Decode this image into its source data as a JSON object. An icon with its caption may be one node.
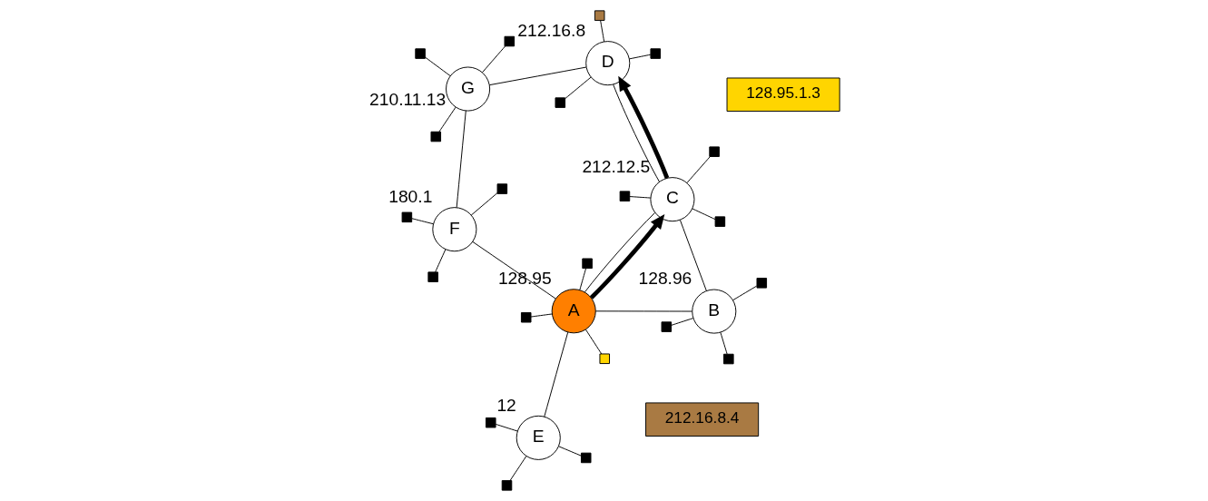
{
  "diagram": {
    "nodes": [
      {
        "text": [
          "A"
        ],
        "beside": [
          "128.95"
        ]
      },
      {
        "text": [
          "B"
        ],
        "beside": [
          "128.96"
        ]
      },
      {
        "text": [
          "C"
        ],
        "beside": [
          "212.12.5"
        ]
      },
      {
        "text": [
          "D"
        ],
        "beside": [
          "212.16.8"
        ]
      },
      {
        "text": [
          "E"
        ],
        "beside": [
          "12"
        ]
      },
      {
        "text": [
          "F"
        ],
        "beside": [
          "180.1"
        ]
      },
      {
        "text": [
          "G"
        ],
        "beside": [
          "210.11.13"
        ]
      },
      {
        "text": [
          "128.95.1.3"
        ]
      },
      {
        "text": [
          "212.16.8.4"
        ]
      },
      {
        "text": [],
        "shape": "box"
      },
      {
        "text": [],
        "shape": "box"
      },
      {
        "text": [],
        "shape": "box"
      },
      {
        "text": [],
        "shape": "box"
      },
      {
        "text": [],
        "shape": "box"
      },
      {
        "text": [],
        "shape": "box"
      },
      {
        "text": [],
        "shape": "box"
      },
      {
        "text": [],
        "shape": "box"
      },
      {
        "text": [],
        "shape": "box"
      },
      {
        "text": [],
        "shape": "box"
      },
      {
        "text": [],
        "shape": "box"
      },
      {
        "text": [],
        "shape": "box"
      },
      {
        "text": [],
        "shape": "box"
      },
      {
        "text": [],
        "shape": "box"
      },
      {
        "text": [],
        "shape": "box"
      },
      {
        "text": [],
        "shape": "box"
      },
      {
        "text": [],
        "shape": "box"
      },
      {
        "text": [],
        "shape": "box"
      },
      {
        "text": [],
        "shape": "box"
      },
      {
        "text": [],
        "shape": "box"
      },
      {
        "text": [],
        "shape": "box"
      }
    ],
    "edges": [
      {
        "from": 0,
        "to": 1,
        "arrow": "none"
      },
      {
        "from": 0,
        "to": 2,
        "arrow": "none"
      },
      {
        "from": 0,
        "to": 4,
        "arrow": "none"
      },
      {
        "from": 0,
        "to": 5,
        "arrow": "none"
      },
      {
        "from": 1,
        "to": 2,
        "arrow": "none"
      },
      {
        "from": 2,
        "to": 3,
        "arrow": "none"
      },
      {
        "from": 3,
        "to": 6,
        "arrow": "none"
      },
      {
        "from": 5,
        "to": 6,
        "arrow": "none"
      },
      {
        "from": 0,
        "to": 2,
        "arrow": "to",
        "style": "thick"
      },
      {
        "from": 2,
        "to": 3,
        "arrow": "to",
        "style": "thick"
      },
      {
        "from": 0,
        "to": 9,
        "arrow": "none"
      },
      {
        "from": 0,
        "to": 10,
        "arrow": "none"
      },
      {
        "from": 0,
        "to": 11,
        "arrow": "none"
      },
      {
        "from": 1,
        "to": 12,
        "arrow": "none"
      },
      {
        "from": 1,
        "to": 13,
        "arrow": "none"
      },
      {
        "from": 1,
        "to": 14,
        "arrow": "none"
      },
      {
        "from": 2,
        "to": 15,
        "arrow": "none"
      },
      {
        "from": 2,
        "to": 16,
        "arrow": "none"
      },
      {
        "from": 2,
        "to": 17,
        "arrow": "none"
      },
      {
        "from": 3,
        "to": 18,
        "arrow": "none"
      },
      {
        "from": 3,
        "to": 19,
        "arrow": "none"
      },
      {
        "from": 3,
        "to": 20,
        "arrow": "none"
      },
      {
        "from": 4,
        "to": 21,
        "arrow": "none"
      },
      {
        "from": 4,
        "to": 22,
        "arrow": "none"
      },
      {
        "from": 4,
        "to": 23,
        "arrow": "none"
      },
      {
        "from": 5,
        "to": 24,
        "arrow": "none"
      },
      {
        "from": 5,
        "to": 25,
        "arrow": "none"
      },
      {
        "from": 5,
        "to": 26,
        "arrow": "none"
      },
      {
        "from": 6,
        "to": 27,
        "arrow": "none"
      },
      {
        "from": 6,
        "to": 28,
        "arrow": "none"
      },
      {
        "from": 6,
        "to": 29,
        "arrow": "none"
      }
    ]
  }
}
